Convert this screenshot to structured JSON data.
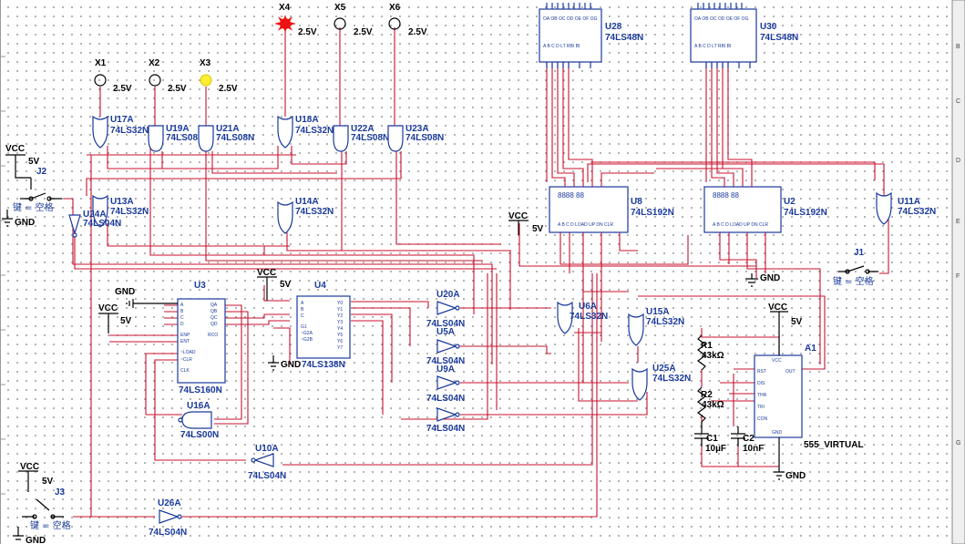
{
  "probes": [
    {
      "name": "X1",
      "voltage": "2.5V",
      "color": "#ffffff"
    },
    {
      "name": "X2",
      "voltage": "2.5V",
      "color": "#ffffff"
    },
    {
      "name": "X3",
      "voltage": "2.5V",
      "color": "#ffee33"
    },
    {
      "name": "X4",
      "voltage": "2.5V",
      "color": "#ee1111"
    },
    {
      "name": "X5",
      "voltage": "2.5V",
      "color": "#ffffff"
    },
    {
      "name": "X6",
      "voltage": "2.5V",
      "color": "#ffffff"
    }
  ],
  "gates": {
    "u17a": {
      "ref": "U17A",
      "part": "74LS32N"
    },
    "u19a": {
      "ref": "U19A",
      "part": "74LS08N"
    },
    "u21a": {
      "ref": "U21A",
      "part": "74LS08N"
    },
    "u18a": {
      "ref": "U18A",
      "part": "74LS32N"
    },
    "u22a": {
      "ref": "U22A",
      "part": "74LS08N"
    },
    "u23a": {
      "ref": "U23A",
      "part": "74LS08N"
    },
    "u13a": {
      "ref": "U13A",
      "part": "74LS32N"
    },
    "u24a": {
      "ref": "U24A",
      "part": "74LS04N"
    },
    "u14a": {
      "ref": "U14A",
      "part": "74LS32N"
    },
    "u11a": {
      "ref": "U11A",
      "part": "74LS32N"
    },
    "u6a": {
      "ref": "U6A",
      "part": "74LS32N"
    },
    "u15a": {
      "ref": "U15A",
      "part": "74LS32N"
    },
    "u25a": {
      "ref": "U25A",
      "part": "74LS32N"
    },
    "u20a": {
      "ref": "U20A",
      "part": "74LS04N"
    },
    "u5a": {
      "ref": "U5A",
      "part": "74LS04N"
    },
    "u9a": {
      "ref": "U9A",
      "part": "74LS04N"
    },
    "u7a": {
      "part": "74LS04N"
    },
    "u16a": {
      "ref": "U16A",
      "part": "74LS00N"
    },
    "u10a": {
      "ref": "U10A",
      "part": "74LS04N"
    },
    "u26a": {
      "ref": "U26A",
      "part": "74LS04N"
    }
  },
  "chips": {
    "u28": {
      "ref": "U28",
      "part": "74LS48N"
    },
    "u30": {
      "ref": "U30",
      "part": "74LS48N"
    },
    "u8": {
      "ref": "U8",
      "part": "74LS192N"
    },
    "u2": {
      "ref": "U2",
      "part": "74LS192N"
    },
    "u3": {
      "ref": "U3",
      "part": "74LS160N",
      "pins_left": [
        "A",
        "B",
        "C",
        "D",
        "ENP",
        "ENT",
        "~LOAD",
        "~CLR",
        "CLK"
      ],
      "pins_right": [
        "QA",
        "QB",
        "QC",
        "QD",
        "RCO"
      ]
    },
    "u4": {
      "ref": "U4",
      "part": "74LS138N",
      "pins_left": [
        "A",
        "B",
        "C",
        "G1",
        "~G2A",
        "~G2B"
      ],
      "pins_right": [
        "Y0",
        "Y1",
        "Y2",
        "Y3",
        "Y4",
        "Y5",
        "Y6",
        "Y7"
      ]
    },
    "a1": {
      "ref": "A1",
      "part": "555_VIRTUAL",
      "pins_left": [
        "RST",
        "DIS",
        "THR",
        "TRI",
        "CON"
      ],
      "pin_top": "VCC",
      "pin_right": "OUT",
      "pin_bottom": "GND"
    }
  },
  "chip_pins": {
    "u8_top": "8888 88",
    "u2_top": "8888 88"
  },
  "power": {
    "vcc_label": "VCC",
    "gnd_label": "GND",
    "five_volt": "5V"
  },
  "switches": {
    "j1": {
      "ref": "J1",
      "key": "键 = 空格"
    },
    "j2": {
      "ref": "J2",
      "key": "键 = 空格"
    },
    "j3": {
      "ref": "J3",
      "key": "键 = 空格"
    }
  },
  "passives": {
    "r1": {
      "ref": "R1",
      "value": "43kΩ"
    },
    "r2": {
      "ref": "R2",
      "value": "43kΩ"
    },
    "c1": {
      "ref": "C1",
      "value": "10µF"
    },
    "c2": {
      "ref": "C2",
      "value": "10nF"
    }
  },
  "border_letters": [
    "B",
    "C",
    "D",
    "E",
    "F",
    "G"
  ]
}
